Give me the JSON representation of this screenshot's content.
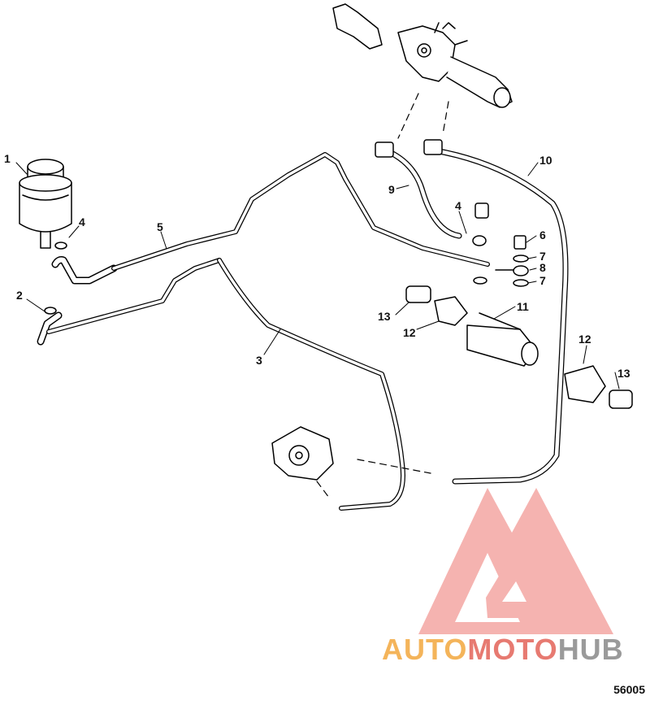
{
  "callouts": {
    "c1": "1",
    "c2": "2",
    "c3": "3",
    "c4a": "4",
    "c4b": "4",
    "c5": "5",
    "c6": "6",
    "c7a": "7",
    "c7b": "7",
    "c8": "8",
    "c9": "9",
    "c10": "10",
    "c11": "11",
    "c12a": "12",
    "c12b": "12",
    "c13a": "13",
    "c13b": "13"
  },
  "figure_number": "56005",
  "watermark": {
    "part_a": "AUTO",
    "part_b": "MOTO",
    "part_c": "HUB",
    "colors": {
      "auto": "#f4b45a",
      "moto": "#e77a71",
      "hub": "#9a9a9a",
      "logo": "#f29a96"
    }
  },
  "line_color": "#000000",
  "background": "#ffffff"
}
